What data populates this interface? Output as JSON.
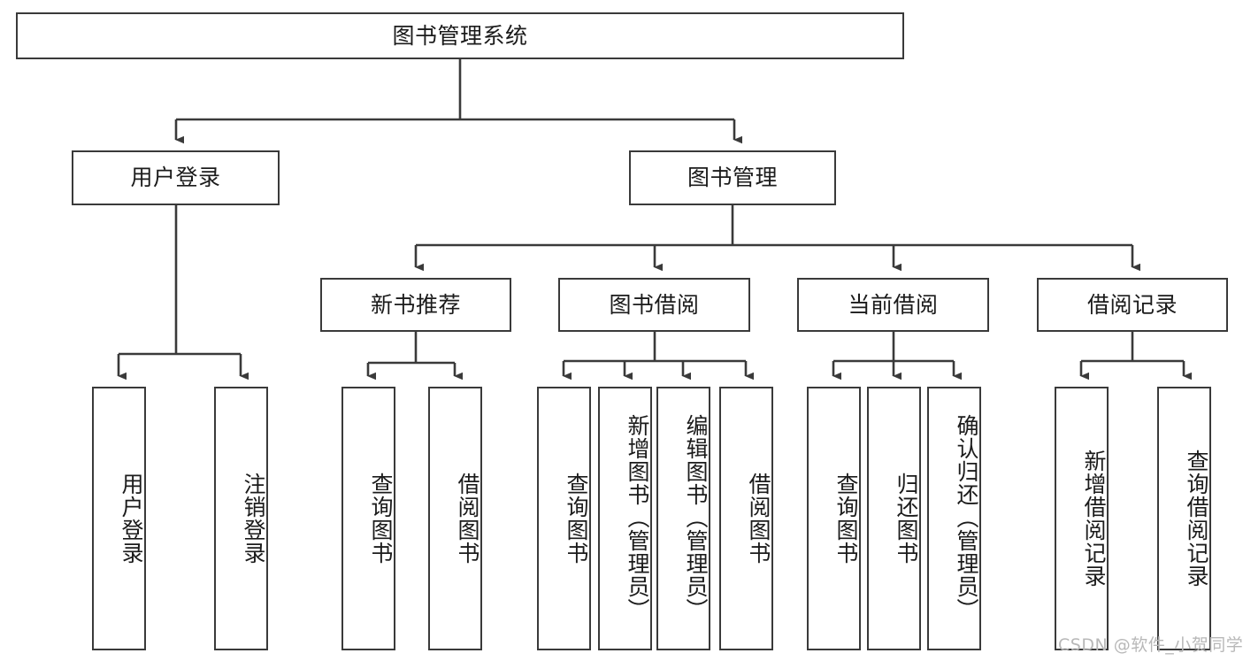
{
  "diagram": {
    "title": "图书管理系统",
    "type": "tree-hierarchy-chart",
    "watermark": "CSDN @软件_小贺同学",
    "line_color": "#3a3a3a",
    "box_fill": "#ffffff",
    "text_color": "#1b1b1b"
  },
  "nodes": {
    "root": {
      "label": "图书管理系统"
    },
    "level2": [
      {
        "id": "user-login",
        "label": "用户登录"
      },
      {
        "id": "book-management",
        "label": "图书管理"
      }
    ],
    "level3": [
      {
        "id": "new-book-recommend",
        "label": "新书推荐"
      },
      {
        "id": "book-borrow",
        "label": "图书借阅"
      },
      {
        "id": "current-borrow",
        "label": "当前借阅"
      },
      {
        "id": "borrow-record",
        "label": "借阅记录"
      }
    ],
    "leaves": {
      "user_login": [
        {
          "id": "leaf-user-login",
          "label": "用户登录"
        },
        {
          "id": "leaf-logout-login",
          "label": "注销登录"
        }
      ],
      "new_book_recommend": [
        {
          "id": "leaf-query-book-1",
          "label": "查询图书"
        },
        {
          "id": "leaf-borrow-book-1",
          "label": "借阅图书"
        }
      ],
      "book_borrow": [
        {
          "id": "leaf-query-book-2",
          "label": "查询图书"
        },
        {
          "id": "leaf-add-book",
          "label": "新增图书（管理员）"
        },
        {
          "id": "leaf-edit-book",
          "label": "编辑图书（管理员）"
        },
        {
          "id": "leaf-borrow-book-2",
          "label": "借阅图书"
        }
      ],
      "current_borrow": [
        {
          "id": "leaf-query-book-3",
          "label": "查询图书"
        },
        {
          "id": "leaf-return-book",
          "label": "归还图书"
        },
        {
          "id": "leaf-confirm-return",
          "label": "确认归还（管理员）"
        }
      ],
      "borrow_record": [
        {
          "id": "leaf-add-record",
          "label": "新增借阅记录"
        },
        {
          "id": "leaf-query-record",
          "label": "查询借阅记录"
        }
      ]
    }
  }
}
